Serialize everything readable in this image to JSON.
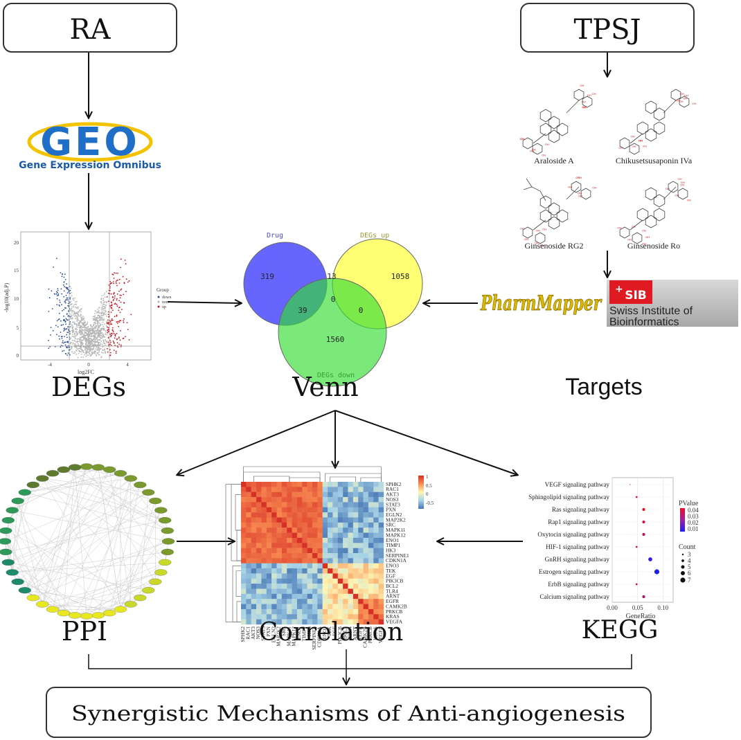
{
  "flow": {
    "start_left": "RA",
    "start_right": "TPSJ",
    "goal": "Synergistic Mechanisms of Anti-angiogenesis"
  },
  "geo": {
    "logo_text": "GEO",
    "subtitle": "Gene Expression Omnibus"
  },
  "labels": {
    "degs": "DEGs",
    "venn": "Venn",
    "targets": "Targets",
    "ppi": "PPI",
    "correlation": "Correlation",
    "kegg": "KEGG"
  },
  "molecules": [
    "Araloside A",
    "Chikusetsusaponin IVa",
    "Ginsenoside RG2",
    "Ginsenoside Ro"
  ],
  "databases": {
    "pharmmapper": "PharmMapper",
    "sib_badge": "SIB",
    "sib_name_line1": "Swiss Institute of",
    "sib_name_line2": "Bioinformatics"
  },
  "volcano": {
    "ylabel": "-log10(adj.P)",
    "xlabel": "log2FC",
    "y_ticks": [
      "0",
      "5",
      "10",
      "15",
      "20"
    ],
    "x_ticks": [
      "-4",
      "0",
      "4"
    ],
    "legend_title": "Group",
    "legend_items": [
      {
        "name": "down",
        "color": "#2a4f8f"
      },
      {
        "name": "non",
        "color": "#b5b5b5"
      },
      {
        "name": "up",
        "color": "#c4121a"
      }
    ]
  },
  "venn_data": {
    "sets": [
      {
        "name": "Drug",
        "color": "#4b4bff",
        "label_color": "#4b4bd0"
      },
      {
        "name": "DEGs up",
        "color": "#ffff44",
        "label_color": "#9a9a30"
      },
      {
        "name": "DEGs down",
        "color": "#33dd33",
        "label_color": "#33a033"
      }
    ],
    "counts": {
      "drug_only": "319",
      "drug_up": "13",
      "up_only": "1058",
      "drug_down": "39",
      "all": "0",
      "up_down": "0",
      "down_only": "1560"
    }
  },
  "ppi_colors": [
    "#5d7a2e",
    "#7a9a2e",
    "#9cbc2e",
    "#c8d92a",
    "#e8e820",
    "#1f8a6a",
    "#2d9a5a"
  ],
  "correlation": {
    "genes": [
      "SPHK2",
      "RAC1",
      "AKT3",
      "NOS3",
      "STAT3",
      "PXN",
      "EGLN2",
      "MAP2K2",
      "SRC",
      "MAPK11",
      "MAPK12",
      "ENO1",
      "TIMP1",
      "HK3",
      "SERPINE1",
      "CDKN1A",
      "ENO3",
      "TEK",
      "EGF",
      "PIK3CB",
      "BCL2",
      "TLR4",
      "ARNT",
      "EGFR",
      "CAMK2B",
      "PRKCB",
      "KRAS",
      "VEGFA"
    ],
    "legend_ticks": [
      "1",
      "0.5",
      "0",
      "-0.5"
    ]
  },
  "chart_data": {
    "type": "scatter",
    "categories": [
      "VEGF signaling pathway",
      "Sphingolipid signaling pathway",
      "Ras signaling pathway",
      "Rap1 signaling pathway",
      "Oxytocin signaling pathway",
      "HIF-1 signaling pathway",
      "GnRH signaling pathway",
      "Estrogen signaling pathway",
      "ErbB signaling pathway",
      "Calcium signaling pathway"
    ],
    "gene_ratio": [
      0.035,
      0.048,
      0.062,
      0.062,
      0.062,
      0.048,
      0.075,
      0.088,
      0.048,
      0.062
    ],
    "count": [
      3,
      4,
      5,
      5,
      5,
      4,
      6,
      7,
      4,
      5
    ],
    "pvalue": [
      0.04,
      0.038,
      0.04,
      0.036,
      0.032,
      0.036,
      0.01,
      0.008,
      0.032,
      0.03
    ],
    "xlabel": "GeneRatio",
    "x_ticks": [
      "0.00",
      "0.05",
      "0.10"
    ],
    "xlim": [
      0.0,
      0.12
    ],
    "pvalue_legend_title": "PValue",
    "pvalue_ticks": [
      "0.04",
      "0.03",
      "0.02",
      "0.01"
    ],
    "count_legend_title": "Count",
    "count_ticks": [
      "3",
      "4",
      "5",
      "6",
      "7"
    ]
  }
}
